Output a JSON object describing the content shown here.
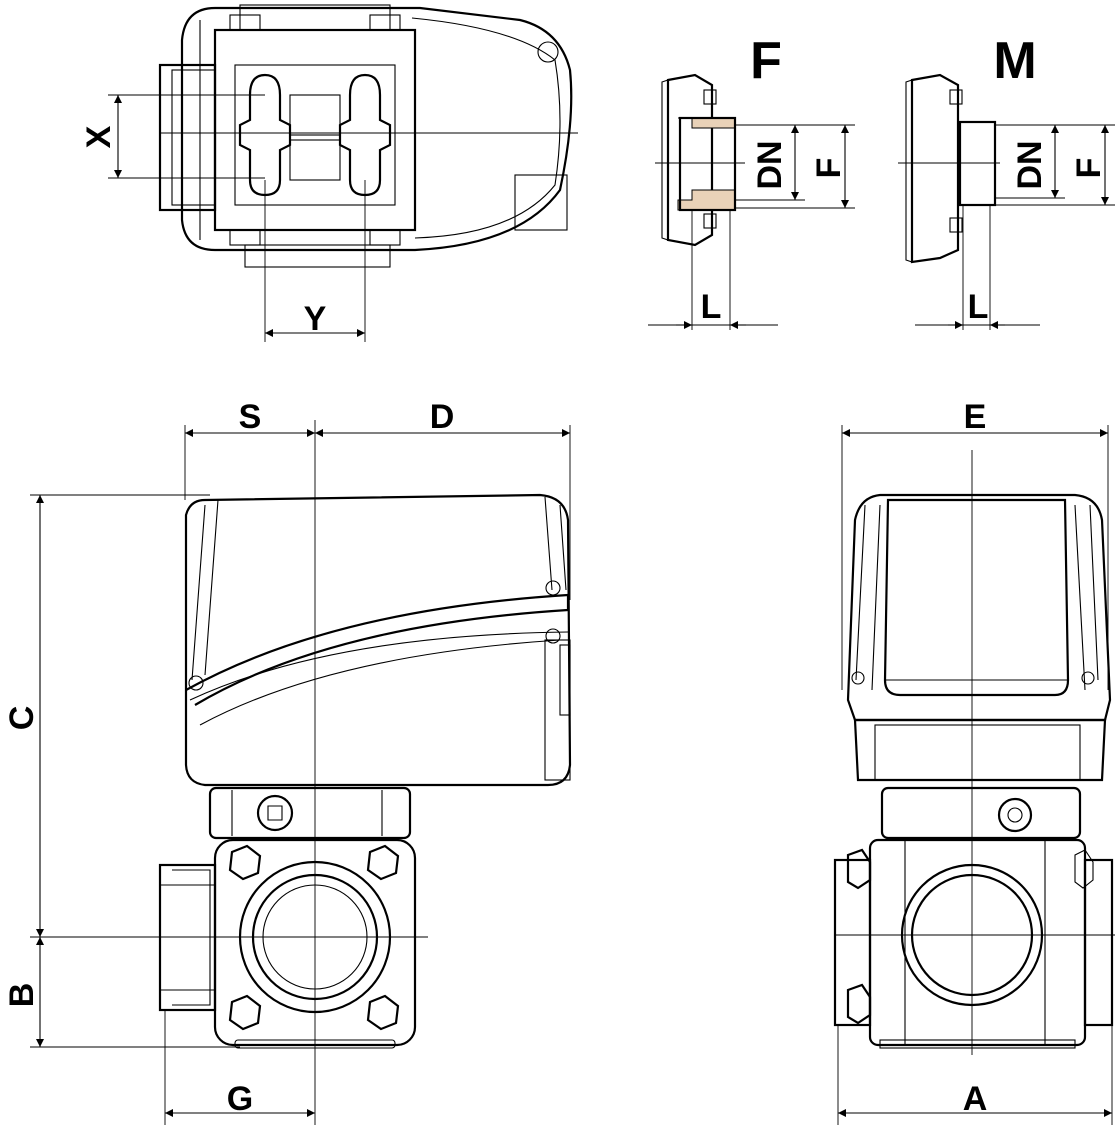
{
  "top_view": {
    "dim_x": "X",
    "dim_y": "Y"
  },
  "detail_f": {
    "title": "F",
    "dim_dn": "DN",
    "dim_f": "F",
    "dim_l": "L"
  },
  "detail_m": {
    "title": "M",
    "dim_dn": "DN",
    "dim_f": "F",
    "dim_l": "L"
  },
  "front_view": {
    "dim_s": "S",
    "dim_d": "D",
    "dim_c": "C",
    "dim_b": "B",
    "dim_g": "G"
  },
  "side_view": {
    "dim_e": "E",
    "dim_a": "A"
  }
}
